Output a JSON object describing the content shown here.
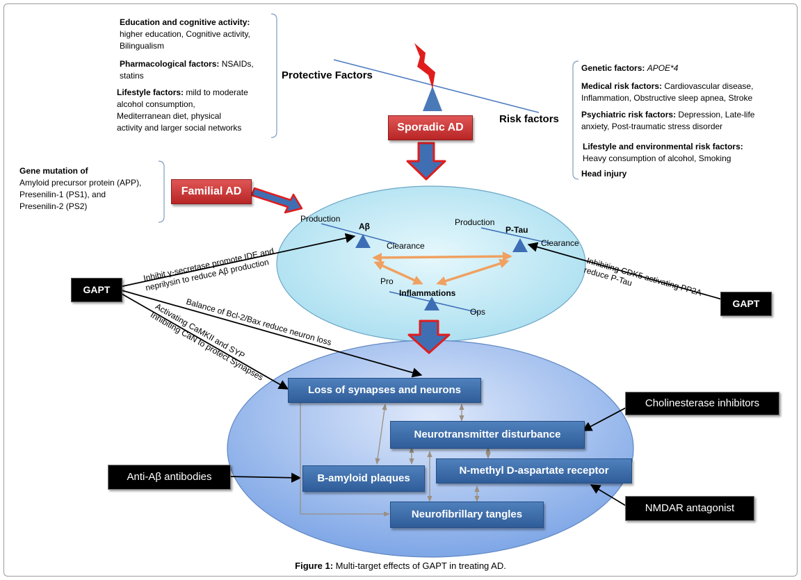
{
  "protective": {
    "g1_title": "Education and cognitive activity:",
    "g1_l1": "higher education, Cognitive activity,",
    "g1_l2": "Bilingualism",
    "g2_title": "Pharmacological factors:",
    "g2_rest": " NSAIDs,",
    "g2_l2": "statins",
    "g3_title": "Lifestyle factors:",
    "g3_rest": " mild to moderate",
    "g3_l2": "alcohol consumption,",
    "g3_l3": "Mediterranean diet, physical",
    "g3_l4": "activity and larger social networks",
    "label": "Protective Factors"
  },
  "risk": {
    "label": "Risk factors",
    "genetic_title": "Genetic factors:",
    "genetic_value": "APOE*4",
    "medical_title": "Medical risk factors:",
    "medical_rest": " Cardiovascular disease,",
    "medical_l2": "Inflammation, Obstructive sleep apnea,  Stroke",
    "psych_title": "Psychiatric risk factors:",
    "psych_rest": " Depression, Late-life",
    "psych_l2": "anxiety, Post-traumatic stress disorder",
    "life_title": "Lifestyle and environmental risk factors:",
    "life_l2": "Heavy consumption of alcohol, Smoking",
    "head": "Head injury"
  },
  "sporadic_ad": "Sporadic AD",
  "familial_ad": "Familial AD",
  "gene": {
    "title": "Gene mutation of",
    "l1": "Amyloid precursor protein (APP),",
    "l2": "Presenilin-1 (PS1), and",
    "l3": "Presenilin-2 (PS2)"
  },
  "upper": {
    "production1": "Production",
    "abeta": "Aβ",
    "clearance1": "Clearance",
    "production2": "Production",
    "ptau": "P-Tau",
    "clearance2": "Clearance",
    "pro": "Pro",
    "inflammations": "Inflammations",
    "ops": "Ops"
  },
  "gapt_left": "GAPT",
  "gapt_right": "GAPT",
  "paths": {
    "p1_l1": "Inhibit γ-secretase promote IDE and",
    "p1_l2": "neprilysin to reduce Aβ production",
    "p2": "Balance of Bcl-2/Bax reduce neuron loss",
    "p3_l1": "Activating CaMKII and SYP",
    "p3_l2": "Inhibiting CaN to protect Synapses",
    "p4_l1": "Inhibiting CDK5 activating  PP2A",
    "p4_l2": "reduce  P-Tau"
  },
  "lower": {
    "loss": "Loss of synapses and neurons",
    "neurotransmitter": "Neurotransmitter disturbance",
    "nmda": "N-methyl D-aspartate receptor",
    "plaques": "B-amyloid plaques",
    "tangles": "Neurofibrillary tangles"
  },
  "drugs": {
    "cholinesterase": "Cholinesterase inhibitors",
    "anti_abeta": "Anti-Aβ antibodies",
    "nmdar": "NMDAR antagonist"
  },
  "caption": {
    "label": "Figure 1:",
    "text": " Multi-target effects of GAPT in treating AD."
  },
  "colors": {
    "red_box": "#c0392b",
    "blue_box": "#3a6aa8",
    "orange_arrow": "#f0a060",
    "upper_ellipse": "#bfeaf5",
    "lower_ellipse": "#8fb4ea"
  }
}
